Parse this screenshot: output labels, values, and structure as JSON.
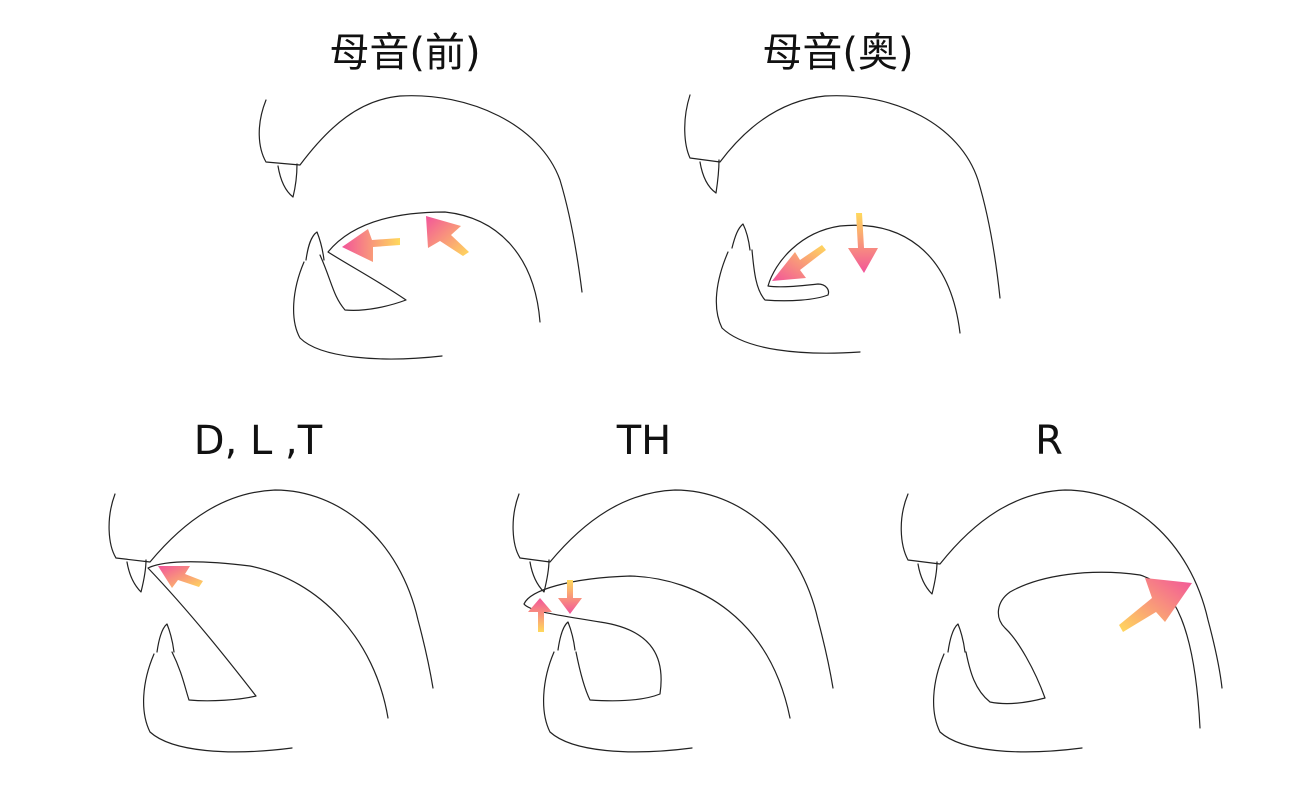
{
  "panels": [
    {
      "id": "vowel-front",
      "label": "母音(前)"
    },
    {
      "id": "vowel-back",
      "label": "母音(奥)"
    },
    {
      "id": "dlt",
      "label": "D, L ,T"
    },
    {
      "id": "th",
      "label": "TH"
    },
    {
      "id": "r",
      "label": "R"
    }
  ],
  "colors": {
    "outline": "#222222",
    "arrow_start": "#ffd95c",
    "arrow_end": "#f2549a"
  }
}
